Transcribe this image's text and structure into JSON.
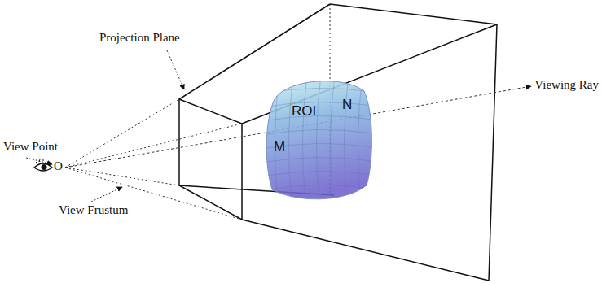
{
  "diagram": {
    "nodes": [
      {
        "text": [
          "ROI",
          "N",
          "M"
        ]
      }
    ],
    "labels": [
      "Projection Plane",
      "View Point",
      "O",
      "View Frustum",
      "Viewing Ray"
    ]
  }
}
